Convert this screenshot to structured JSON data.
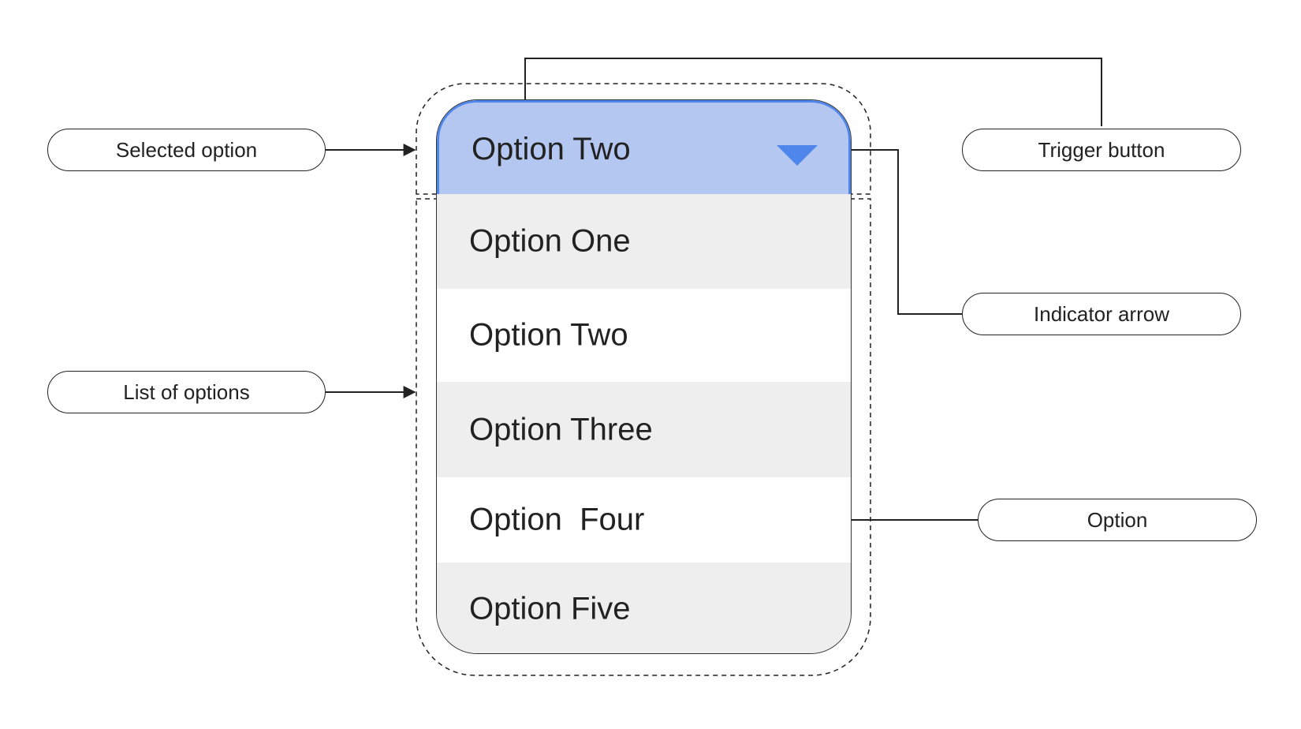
{
  "trigger": {
    "selected_label": "Option Two",
    "color_fill": "#b4c7f1",
    "color_accent": "#4f86ec",
    "indicator_icon": "triangle-down-icon"
  },
  "options": [
    {
      "label": "Option One"
    },
    {
      "label": "Option Two"
    },
    {
      "label": "Option Three"
    },
    {
      "label": "Option  Four"
    },
    {
      "label": "Option Five"
    }
  ],
  "callouts": {
    "selected_option": "Selected option",
    "list_of_options": "List of options",
    "trigger_button": "Trigger button",
    "indicator_arrow": "Indicator arrow",
    "option": "Option"
  }
}
